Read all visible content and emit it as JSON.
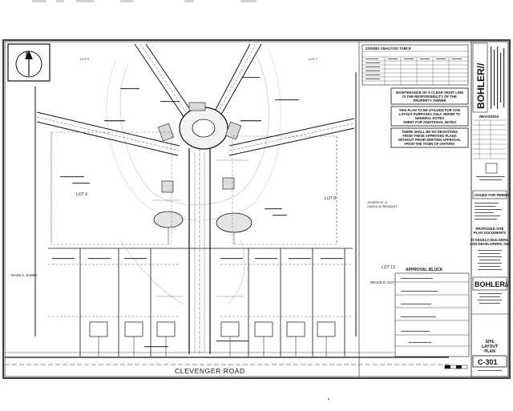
{
  "north_label": "N",
  "zoning_table_title": "ZONING ANALYSIS TABLE",
  "notes": {
    "maintenance": [
      "MAINTENANCE OF A CLEAR SIGHT LINE",
      "IS THE RESPONSIBILITY OF THE",
      "PROPERTY OWNER"
    ],
    "plan_use": [
      "THIS PLAN TO BE UTILIZED FOR SITE",
      "LAYOUT PURPOSES ONLY. REFER TO",
      "GENERAL NOTES",
      "SHEET FOR ADDITIONAL NOTES"
    ],
    "no_deviations": [
      "THERE SHALL BE NO DEVIATIONS",
      "FROM THESE APPROVED PLANS",
      "WITHOUT PRIOR WRITTEN APPROVAL",
      "FROM THE TOWN OF ONTARIO"
    ]
  },
  "approval_block_title": "APPROVAL BLOCK",
  "road_label": "CLEVENGER ROAD",
  "lots": {
    "lot13": "LOT 13",
    "lot8": "LOT 8",
    "lot6": "LOT 6",
    "lot7": "LOT 7",
    "lot5": "LOT 5"
  },
  "owners": {
    "left": [
      "DAVID A. SABEY"
    ],
    "right": [
      "BRUCE D. GUTTER"
    ],
    "center": [
      "JOSEPH R. &",
      "CAROL A. BRADLEY"
    ]
  },
  "titleblock": {
    "logo": "BOHLER//",
    "revisions_title": "REVISIONS",
    "issued_for": "ISSUED FOR PERMIT",
    "project_title": [
      "PROPOSED SITE",
      "PLAN DOCUMENTS"
    ],
    "company": [
      "D'ANGELO BUILDERS",
      "AND DEVELOPERS, INC"
    ],
    "sheet_title": [
      "SITE",
      "LAYOUT",
      "PLAN"
    ],
    "sheet_number": "C-301"
  }
}
